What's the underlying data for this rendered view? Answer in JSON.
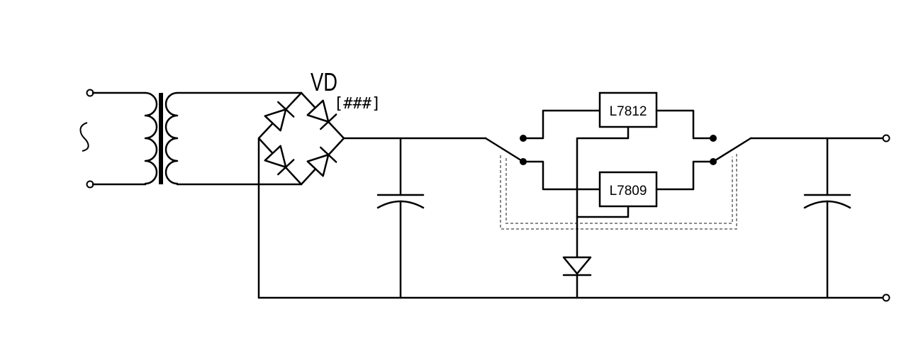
{
  "diagram": {
    "bridge_label": "VD",
    "bridge_part": "[###]",
    "regulator_top": "L7812",
    "regulator_bottom": "L7809",
    "ac_symbol": "~",
    "colors": {
      "wire": "#000000",
      "switch_link": "#8a8a8a",
      "background": "#ffffff"
    }
  }
}
